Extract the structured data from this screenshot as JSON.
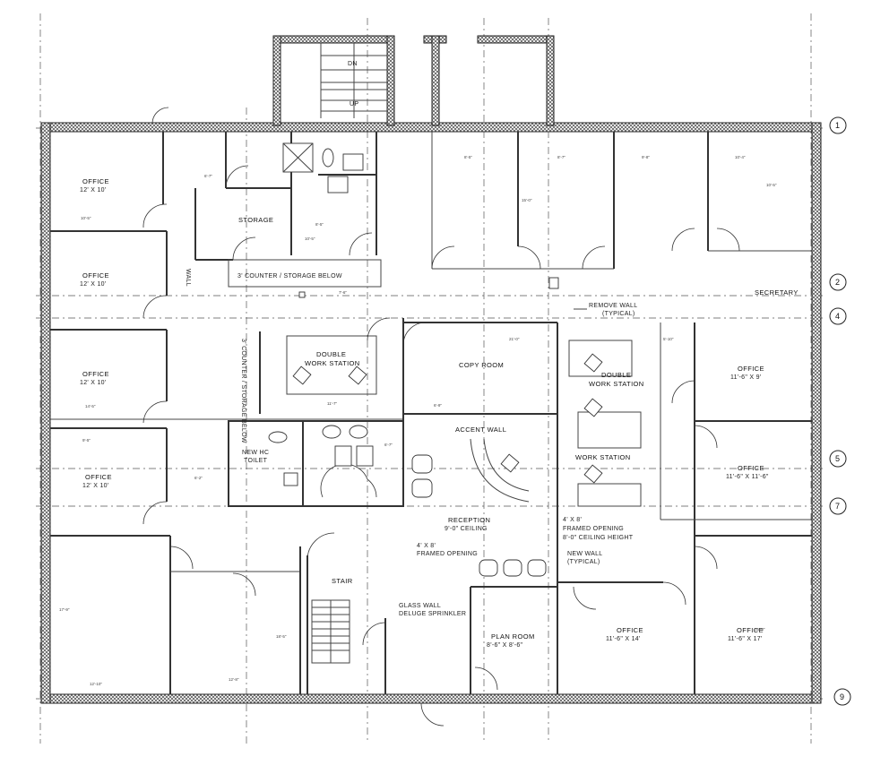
{
  "grid_markers": [
    "1",
    "2",
    "4",
    "5",
    "7",
    "9"
  ],
  "stairs_top": {
    "dn": "DN",
    "up": "UP"
  },
  "rooms": {
    "office1": {
      "name": "OFFICE",
      "size": "12' X 10'"
    },
    "office2": {
      "name": "OFFICE",
      "size": "12' X 10'"
    },
    "office3": {
      "name": "OFFICE",
      "size": "12' X 10'"
    },
    "office4": {
      "name": "OFFICE",
      "size": "12' X 10'"
    },
    "office_r1": {
      "name": "OFFICE",
      "size": "11'-6\" X 9'"
    },
    "office_r2": {
      "name": "OFFICE",
      "size": "11'-6\" X 11'-6\""
    },
    "office_r3": {
      "name": "OFFICE",
      "size": "11'-6\" X 17'"
    },
    "office_mid": {
      "name": "OFFICE",
      "size": "11'-6\" X 14'"
    },
    "storage": "STORAGE",
    "counter": "3' COUNTER / STORAGE BELOW",
    "counter_vert": "3' COUNTER / STORAGE BELOW",
    "double_ws1": [
      "DOUBLE",
      "WORK STATION"
    ],
    "double_ws2": [
      "DOUBLE",
      "WORK STATION"
    ],
    "work_station": "WORK STATION",
    "copy_room": "COPY ROOM",
    "accent_wall": "ACCENT WALL",
    "reception": [
      "RECEPTION",
      "9'-0\" CEILING"
    ],
    "secretary": "SECRETARY",
    "new_hc_toilet": [
      "NEW HC",
      "TOILET"
    ],
    "stair": "STAIR",
    "plan_room": {
      "name": "PLAN ROOM",
      "size": "8'-6\" X 8'-6\""
    },
    "wall_label": "WALL"
  },
  "notes": {
    "remove_wall": [
      "REMOVE WALL",
      "(TYPICAL)"
    ],
    "framed_opening_right": [
      "4' X 8'",
      "FRAMED OPENING",
      "8'-0\" CEILING HEIGHT"
    ],
    "framed_opening_left": [
      "4' X 8'",
      "FRAMED OPENING"
    ],
    "new_wall": [
      "NEW WALL",
      "(TYPICAL)"
    ],
    "glass_wall": [
      "GLASS WALL",
      "DELUGE SPRINKLER"
    ]
  },
  "dimensions": {
    "d1": "8'-5\"",
    "d2": "8'-7\"",
    "d3": "9'-8\"",
    "d4": "10'-4\"",
    "d5": "15'-0\"",
    "d6": "10'-5\"",
    "d7": "6'-7\"",
    "d8": "8'-5\"",
    "d9": "10'-5\"",
    "d10": "7'-6\"",
    "d11": "6'-9\"",
    "d12": "6'-7\"",
    "d13": "11'-7\"",
    "d14": "17'-9\"",
    "d15": "12'-10\"",
    "d16": "12'-8\"",
    "d17": "18'-5\"",
    "d18": "10'-5\"",
    "d19": "14'-5\"",
    "d20": "6'-2\"",
    "d21": "5'-10\"",
    "d22": "15'-8\"",
    "d23": "21'-0\"",
    "d24": "9'-5\""
  }
}
